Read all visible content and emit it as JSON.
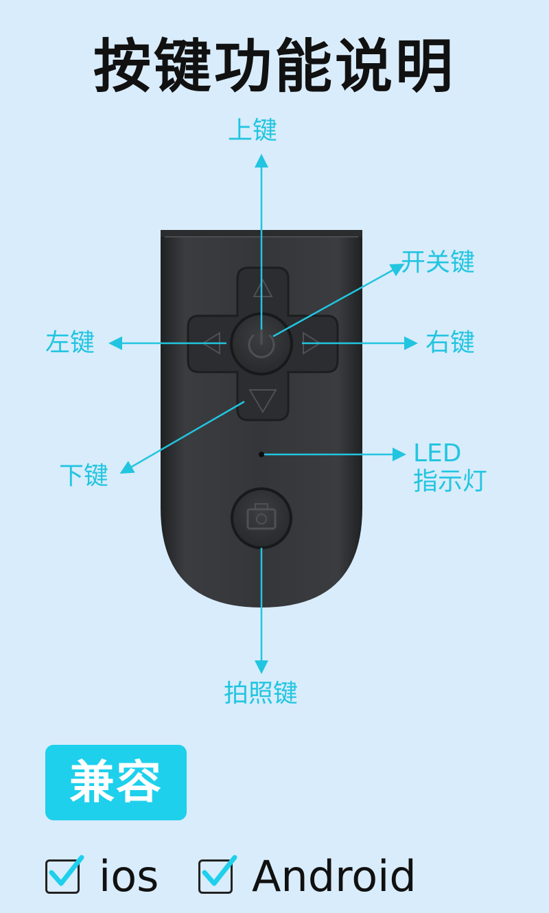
{
  "title": "按键功能说明",
  "labels": {
    "up": "上键",
    "power": "开关键",
    "left": "左键",
    "right": "右键",
    "down": "下键",
    "led_line1": "LED",
    "led_line2": "指示灯",
    "shutter": "拍照键"
  },
  "compatibility": {
    "badge": "兼容",
    "options": [
      {
        "label": "ios",
        "checked": true
      },
      {
        "label": "Android",
        "checked": true
      }
    ]
  },
  "colors": {
    "background": "#d9ecfb",
    "accent": "#22c5e0",
    "device": "#2e3033"
  },
  "icons": [
    "up-arrow-icon",
    "down-arrow-icon",
    "left-arrow-icon",
    "right-arrow-icon",
    "power-icon",
    "camera-icon",
    "checkmark-icon"
  ]
}
